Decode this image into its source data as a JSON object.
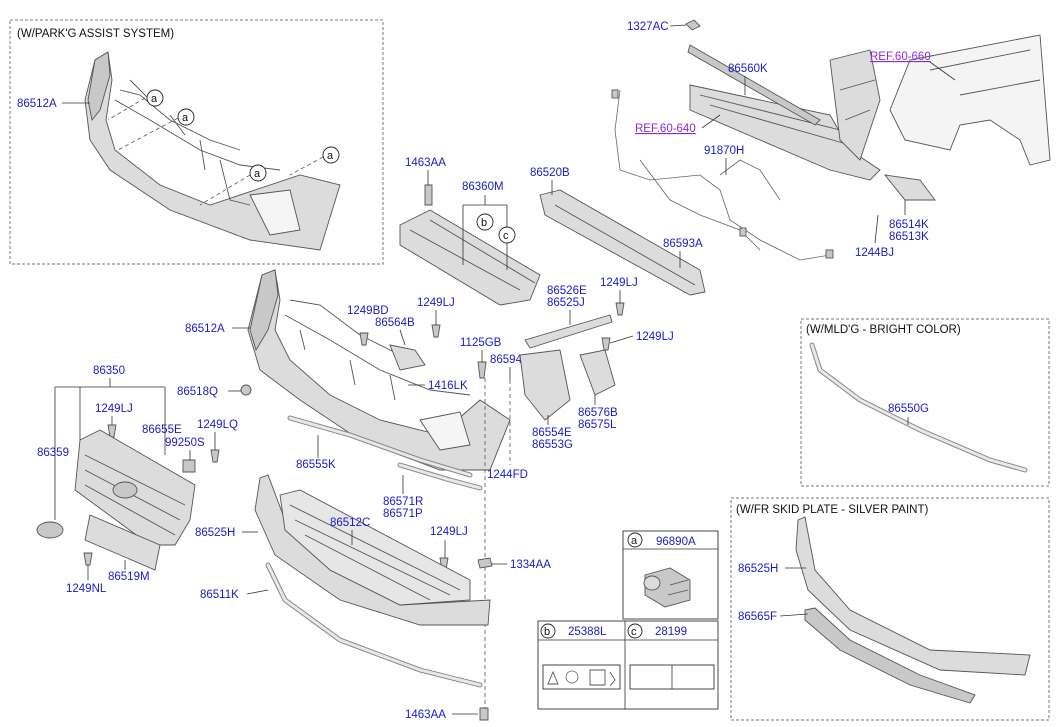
{
  "boxes": {
    "park_assist": "(W/PARK'G ASSIST SYSTEM)",
    "mldg": "(W/MLD'G - BRIGHT COLOR)",
    "skid": "(W/FR SKID PLATE - SILVER PAINT)"
  },
  "callouts": {
    "a": "a",
    "b": "b",
    "c": "c"
  },
  "legend": {
    "a_code": "96890A",
    "b_code": "25388L",
    "c_code": "28199"
  },
  "labels": {
    "l_1327AC": "1327AC",
    "l_86560K": "86560K",
    "l_ref660": "REF.60-660",
    "l_ref640": "REF.60-640",
    "l_91870H": "91870H",
    "l_86514K": "86514K",
    "l_86513K": "86513K",
    "l_1244BJ": "1244BJ",
    "l_86512A_top": "86512A",
    "l_1463AA_top": "1463AA",
    "l_86360M": "86360M",
    "l_86520B": "86520B",
    "l_86593A": "86593A",
    "l_86526E": "86526E",
    "l_86525J": "86525J",
    "l_1249LJ_a": "1249LJ",
    "l_1249LJ_b": "1249LJ",
    "l_1249LJ_c": "1249LJ",
    "l_1249LJ_d": "1249LJ",
    "l_1249LJ_e": "1249LJ",
    "l_1249BD": "1249BD",
    "l_86564B": "86564B",
    "l_86512A_mid": "86512A",
    "l_1125GB": "1125GB",
    "l_86594": "86594",
    "l_86518Q": "86518Q",
    "l_1416LK": "1416LK",
    "l_86576B": "86576B",
    "l_86575L": "86575L",
    "l_86554E": "86554E",
    "l_86553G": "86553G",
    "l_86350": "86350",
    "l_86655E": "86655E",
    "l_99250S": "99250S",
    "l_1249LQ": "1249LQ",
    "l_86359": "86359",
    "l_86555K": "86555K",
    "l_1244FD": "1244FD",
    "l_86571R": "86571R",
    "l_86571P": "86571P",
    "l_86550G": "86550G",
    "l_86525H": "86525H",
    "l_86512C": "86512C",
    "l_1334AA": "1334AA",
    "l_1249NL": "1249NL",
    "l_86519M": "86519M",
    "l_86511K": "86511K",
    "l_1463AA_bot": "1463AA",
    "l_86525H_skid": "86525H",
    "l_86565F": "86565F"
  }
}
